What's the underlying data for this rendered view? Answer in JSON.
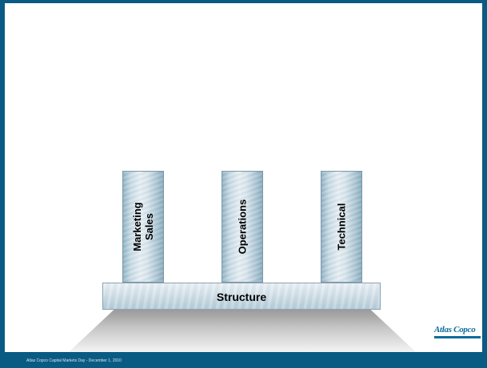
{
  "diagram": {
    "pillars": [
      {
        "line1": "Marketing",
        "line2": "Sales"
      },
      {
        "line1": "Operations"
      },
      {
        "line1": "Technical"
      }
    ],
    "base_label": "Structure"
  },
  "logo": {
    "text": "Atlas Copco"
  },
  "footer": {
    "text": "Atlas Copco Capital Markets Day - December 1, 2010"
  },
  "colors": {
    "frame": "#0a5b84",
    "logo": "#0a6b9c",
    "pillar_light": "#e6eef3",
    "pillar_dark": "#86a9bb"
  }
}
